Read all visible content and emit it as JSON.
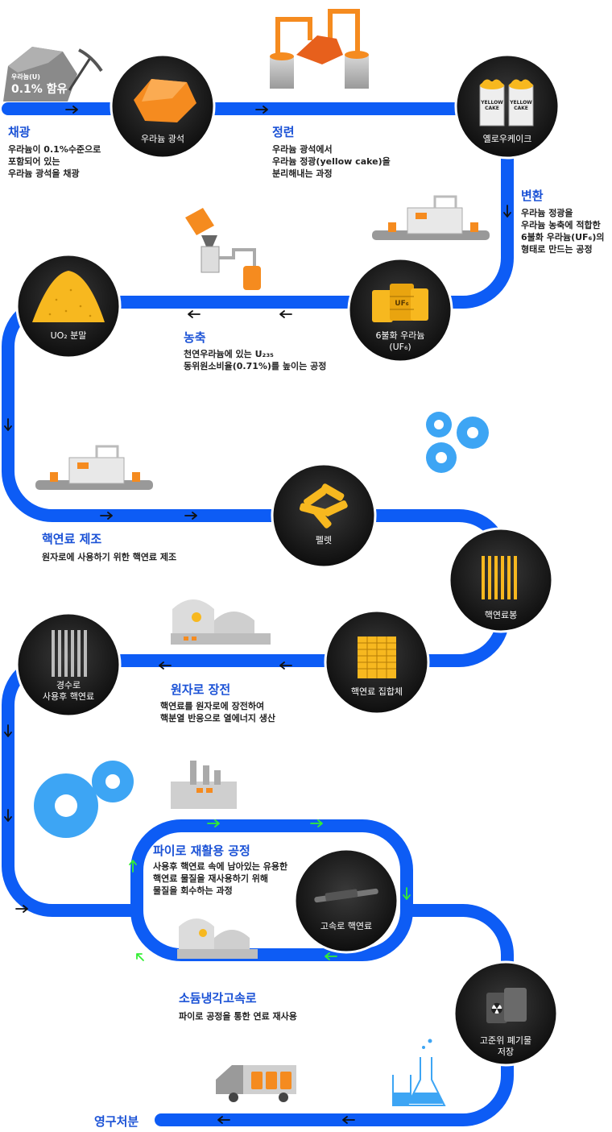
{
  "colors": {
    "path": "#0d5cf5",
    "circle": "#151515",
    "orange": "#f58b1f",
    "yellow": "#f7b81f",
    "gear": "#3da5f4",
    "title": "#1b52d6",
    "arrow_green": "#33ee33"
  },
  "ore": {
    "line1": "우라늄(U)",
    "line2": "0.1% 함유"
  },
  "nodes": {
    "ore": "우라늄 광석",
    "yellowcake": "옐로우케이크",
    "uf6_line1": "6불화 우라늄",
    "uf6_line2": "(UF₆)",
    "uo2": "UO₂ 분말",
    "pellet": "펠렛",
    "rod": "핵연료봉",
    "assembly": "핵연료 집합체",
    "spent_line1": "경수로",
    "spent_line2": "사용후 핵연료",
    "fast_fuel": "고속로 핵연료",
    "waste_line1": "고준위 폐기물",
    "waste_line2": "저장"
  },
  "drums": {
    "yc1": "YELLOW\nCAKE",
    "yc2": "YELLOW\nCAKE",
    "uf6": "UF₆"
  },
  "steps": {
    "mining": {
      "title": "채광",
      "desc": "우라늄이 0.1%수준으로\n포함되어 있는\n우라늄 광석을 채광"
    },
    "refining": {
      "title": "정련",
      "desc": "우라늄 광석에서\n우라늄 정광(yellow cake)을\n분리해내는 과정"
    },
    "conversion": {
      "title": "변환",
      "desc": "우라늄 정광을\n우라늄 농축에 적합한\n6불화 우라늄(UF₆)의\n형태로 만드는 공정"
    },
    "enrichment": {
      "title": "농축",
      "desc": "천연우라늄에 있는 U₂₃₅\n동위원소비율(0.71%)를 높이는 공정"
    },
    "fabrication": {
      "title": "핵연료 제조",
      "desc": "원자로에 사용하기 위한 핵연료 제조"
    },
    "loading": {
      "title": "원자로 장전",
      "desc": "핵연료를 원자로에 장전하여\n핵분열 반응으로 열에너지 생산"
    },
    "pyro": {
      "title": "파이로 재활용 공정",
      "desc": "사용후 핵연료 속에 남아있는 유용한\n핵연료 물질을 재사용하기 위해\n물질을 회수하는 과정"
    },
    "sfr": {
      "title": "소듐냉각고속로",
      "desc": "파이로 공정을 통한 연료 재사용"
    },
    "disposal": {
      "title": "영구처분"
    }
  }
}
